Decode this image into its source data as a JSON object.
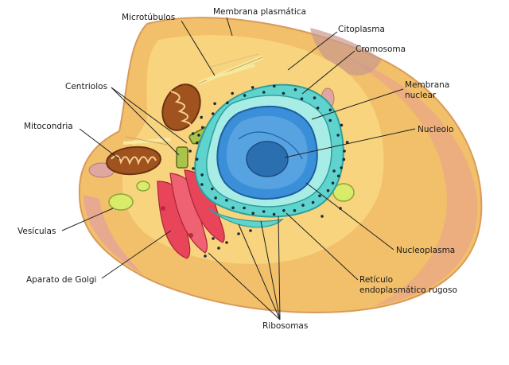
{
  "labels": {
    "microtubulos": "Microtúbulos",
    "membrana_plasmatica": "Membrana plasmática",
    "citoplasma": "Citoplasma",
    "cromosoma": "Cromosoma",
    "membrana_nuclear_1": "Membrana",
    "membrana_nuclear_2": "nuclear",
    "centriolos": "Centriolos",
    "mitocondria": "Mitocondria",
    "nucleolo": "Nucleolo",
    "vesiculas": "Vesículas",
    "nucleoplasma": "Nucleoplasma",
    "aparato_golgi": "Aparato de Golgi",
    "reticulo_1": "Retículo",
    "reticulo_2": "endoplasmático rugoso",
    "ribosomas": "Ribosomas"
  },
  "colors": {
    "cell_outer": "#f2c06a",
    "cell_inner": "#f7d27a",
    "cell_edge": "#e9a86b",
    "membrane_pink": "#e4a39a",
    "reticulum": "#5fd4cf",
    "reticulum_light": "#a8ece6",
    "nucleus": "#3a8fd8",
    "nucleus_light": "#6fb4ea",
    "nucleolus": "#2b6fb0",
    "golgi": "#e8455a",
    "golgi_light": "#f07585",
    "mitochondria": "#a0521f",
    "vesicle": "#d9ec6a",
    "leader": "#222222"
  }
}
